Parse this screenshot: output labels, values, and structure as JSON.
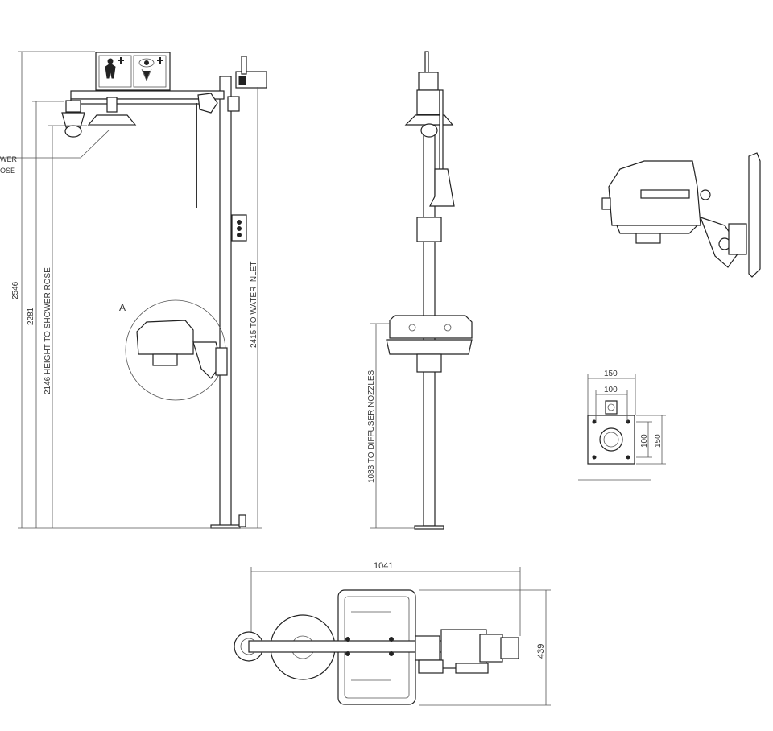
{
  "dimensions": {
    "overall_height": "2546",
    "height_2281": "2281",
    "shower_rose_height": "2146 HEIGHT TO SHOWER ROSE",
    "water_inlet": "2415 TO WATER INLET",
    "diffuser_nozzles": "1083 TO DIFFUSER NOZZLES",
    "plan_width": "1041",
    "plan_depth": "439",
    "base_outer_w": "150",
    "base_inner_w": "100",
    "base_inner_h": "100",
    "base_outer_h": "150"
  },
  "callouts": {
    "detail_label": "A",
    "shower_rose_partial_1": "WER",
    "shower_rose_partial_2": "OSE"
  },
  "colors": {
    "line": "#333333",
    "background": "#ffffff"
  }
}
